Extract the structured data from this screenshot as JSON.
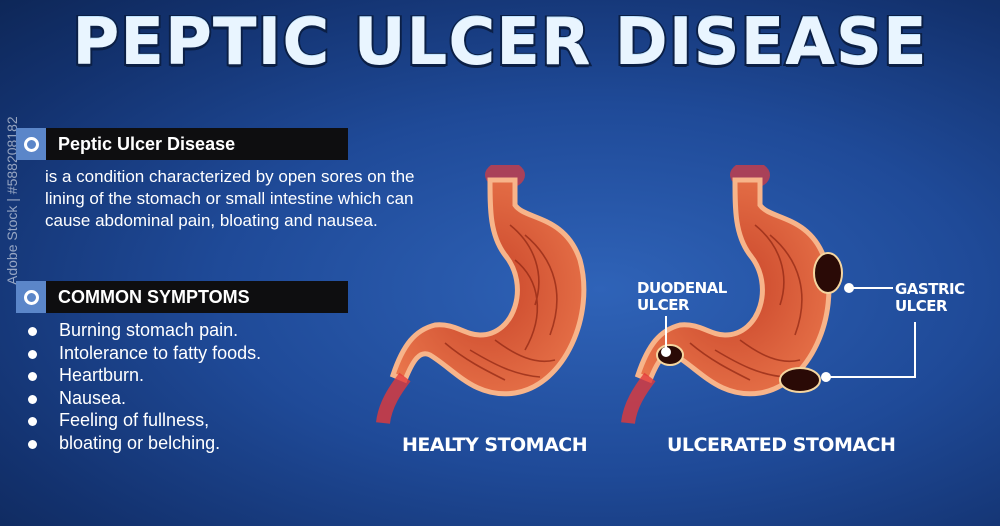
{
  "title": "PEPTIC ULCER DISEASE",
  "definition": {
    "heading": "Peptic Ulcer Disease",
    "text": "is a condition characterized by open sores on the lining of the stomach or small intestine which can cause abdominal pain, bloating and nausea."
  },
  "symptoms": {
    "heading": "COMMON SYMPTOMS",
    "items": [
      "Burning stomach pain.",
      "Intolerance to fatty foods.",
      "Heartburn.",
      "Nausea.",
      "Feeling of fullness,",
      "bloating or belching."
    ]
  },
  "figures": {
    "healthy_caption": "HEALTY STOMACH",
    "ulcerated_caption": "ULCERATED STOMACH",
    "duodenal_label": "DUODENAL ULCER",
    "gastric_label": "GASTRIC ULCER"
  },
  "watermark": "Adobe Stock | #588208182",
  "colors": {
    "background": "#1f4a98",
    "stomach": "#e06a3c",
    "stomach_outline": "#f7b48a",
    "ulcer": "#2a0a06"
  }
}
